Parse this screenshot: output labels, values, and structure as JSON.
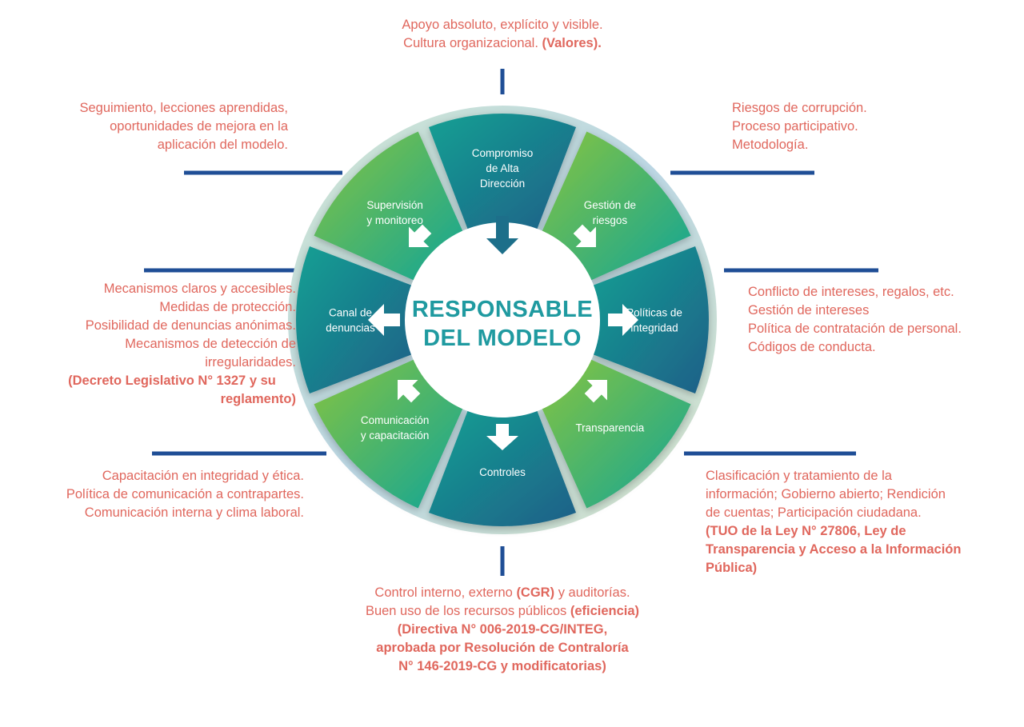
{
  "center": {
    "line1": "RESPONSABLE",
    "line2": "DEL MODELO"
  },
  "segments": [
    {
      "id": "compromiso",
      "lines": [
        "Compromiso",
        "de Alta",
        "Dirección"
      ]
    },
    {
      "id": "gestion",
      "lines": [
        "Gestión de",
        "riesgos"
      ]
    },
    {
      "id": "politicas",
      "lines": [
        "Políticas de",
        "integridad"
      ]
    },
    {
      "id": "transparencia",
      "lines": [
        "Transparencia"
      ]
    },
    {
      "id": "controles",
      "lines": [
        "Controles"
      ]
    },
    {
      "id": "comunicacion",
      "lines": [
        "Comunicación",
        "y capacitación"
      ]
    },
    {
      "id": "canal",
      "lines": [
        "Canal de",
        "denuncias"
      ]
    },
    {
      "id": "supervision",
      "lines": [
        "Supervisión",
        "y monitoreo"
      ]
    }
  ],
  "notes": {
    "top": {
      "l1": "Apoyo absoluto, explícito y visible.",
      "l2": "Cultura organizacional.",
      "l2_bold": "(Valores)."
    },
    "top_right": [
      "Riesgos de corrupción.",
      "Proceso participativo.",
      "Metodología."
    ],
    "right": [
      "Conflicto de intereses, regalos, etc.",
      "Gestión de intereses",
      "Política de contratación de personal.",
      "Códigos de conducta."
    ],
    "bottom_right": {
      "lines": [
        "Clasificación y tratamiento de la",
        "información; Gobierno abierto; Rendición",
        "de cuentas; Participación ciudadana."
      ],
      "bold": [
        "(TUO de la Ley N° 27806, Ley de",
        "Transparencia y Acceso a la Información",
        "Pública)"
      ]
    },
    "bottom": {
      "l1a": "Control interno, externo",
      "l1b": "(CGR)",
      "l1c": "y auditorías.",
      "l2a": "Buen uso de los recursos públicos",
      "l2b": "(eficiencia)",
      "bold": [
        "(Directiva N° 006-2019-CG/INTEG,",
        "aprobada por Resolución de Contraloría",
        "N° 146-2019-CG y modificatorias)"
      ]
    },
    "bottom_left": [
      "Capacitación en integridad y ética.",
      "Política de comunicación a contrapartes.",
      "Comunicación interna y clima laboral."
    ],
    "left": {
      "lines": [
        "Mecanismos claros y accesibles.",
        "Medidas de protección.",
        "Posibilidad de denuncias anónimas.",
        "Mecanismos de detección de",
        "irregularidades."
      ],
      "bold": [
        "(Decreto Legislativo N° 1327 y su",
        "reglamento)"
      ]
    },
    "top_left": [
      "Seguimiento, lecciones aprendidas,",
      "oportunidades de mejora en la",
      "aplicación del modelo."
    ]
  },
  "colors": {
    "teal_dark": "#1e6f8c",
    "teal": "#16a394",
    "green": "#7cc043",
    "navy": "#1f4e96",
    "note": "#e0675d",
    "center_text": "#1f9aa0"
  }
}
